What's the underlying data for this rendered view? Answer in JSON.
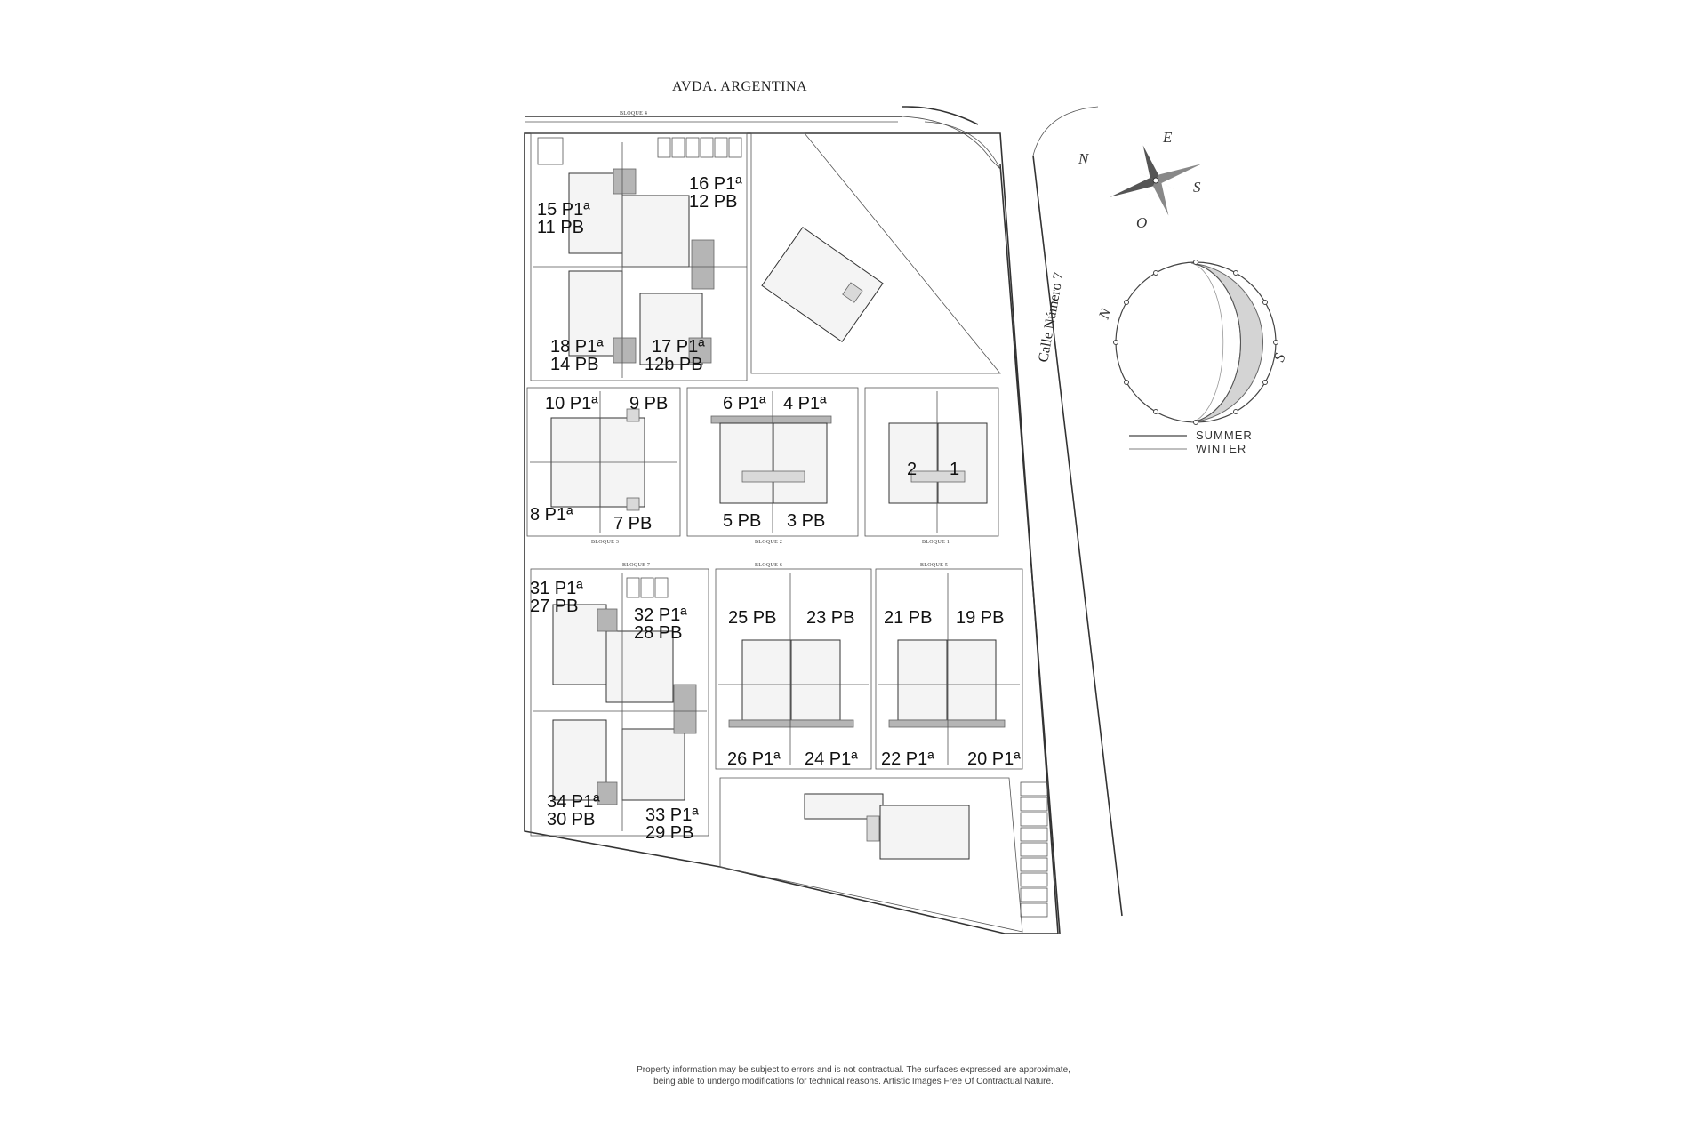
{
  "streets": {
    "north": "AVDA. ARGENTINA",
    "east": "Calle Número 7"
  },
  "bloques": {
    "b4": "BLOQUE 4",
    "b3": "BLOQUE 3",
    "b2": "BLOQUE 2",
    "b1": "BLOQUE 1",
    "b7": "BLOQUE 7",
    "b6": "BLOQUE 6",
    "b5": "BLOQUE 5"
  },
  "units": [
    {
      "id": "u15",
      "label": "15 P1ª"
    },
    {
      "id": "u11",
      "label": "11 PB"
    },
    {
      "id": "u16",
      "label": "16 P1ª"
    },
    {
      "id": "u12",
      "label": "12 PB"
    },
    {
      "id": "u18",
      "label": "18 P1ª"
    },
    {
      "id": "u14",
      "label": "14 PB"
    },
    {
      "id": "u17",
      "label": "17 P1ª"
    },
    {
      "id": "u12b",
      "label": "12b PB"
    },
    {
      "id": "u10",
      "label": "10 P1ª"
    },
    {
      "id": "u9",
      "label": "9 PB"
    },
    {
      "id": "u8",
      "label": "8 P1ª"
    },
    {
      "id": "u7",
      "label": "7 PB"
    },
    {
      "id": "u6",
      "label": "6 P1ª"
    },
    {
      "id": "u4",
      "label": "4 P1ª"
    },
    {
      "id": "u5",
      "label": "5 PB"
    },
    {
      "id": "u3",
      "label": "3 PB"
    },
    {
      "id": "u2",
      "label": "2"
    },
    {
      "id": "u1",
      "label": "1"
    },
    {
      "id": "u31",
      "label": "31 P1ª"
    },
    {
      "id": "u27",
      "label": "27 PB"
    },
    {
      "id": "u32",
      "label": "32 P1ª"
    },
    {
      "id": "u28",
      "label": "28 PB"
    },
    {
      "id": "u34",
      "label": "34 P1ª"
    },
    {
      "id": "u30",
      "label": "30 PB"
    },
    {
      "id": "u33",
      "label": "33 P1ª"
    },
    {
      "id": "u29",
      "label": "29 PB"
    },
    {
      "id": "u25",
      "label": "25 PB"
    },
    {
      "id": "u23",
      "label": "23 PB"
    },
    {
      "id": "u21",
      "label": "21 PB"
    },
    {
      "id": "u19",
      "label": "19 PB"
    },
    {
      "id": "u26",
      "label": "26 P1ª"
    },
    {
      "id": "u24",
      "label": "24 P1ª"
    },
    {
      "id": "u22",
      "label": "22 P1ª"
    },
    {
      "id": "u20",
      "label": "20 P1ª"
    }
  ],
  "compass": {
    "n": "N",
    "e": "E",
    "s": "S",
    "o": "O"
  },
  "sunpath": {
    "n": "N",
    "s": "S"
  },
  "legend": {
    "summer": "SUMMER",
    "winter": "WINTER"
  },
  "disclaimer": {
    "line1": "Property information may be subject to errors and is not contractual. The surfaces expressed are approximate,",
    "line2": "being able to undergo modifications for technical reasons. Artistic Images Free Of Contractual Nature."
  }
}
